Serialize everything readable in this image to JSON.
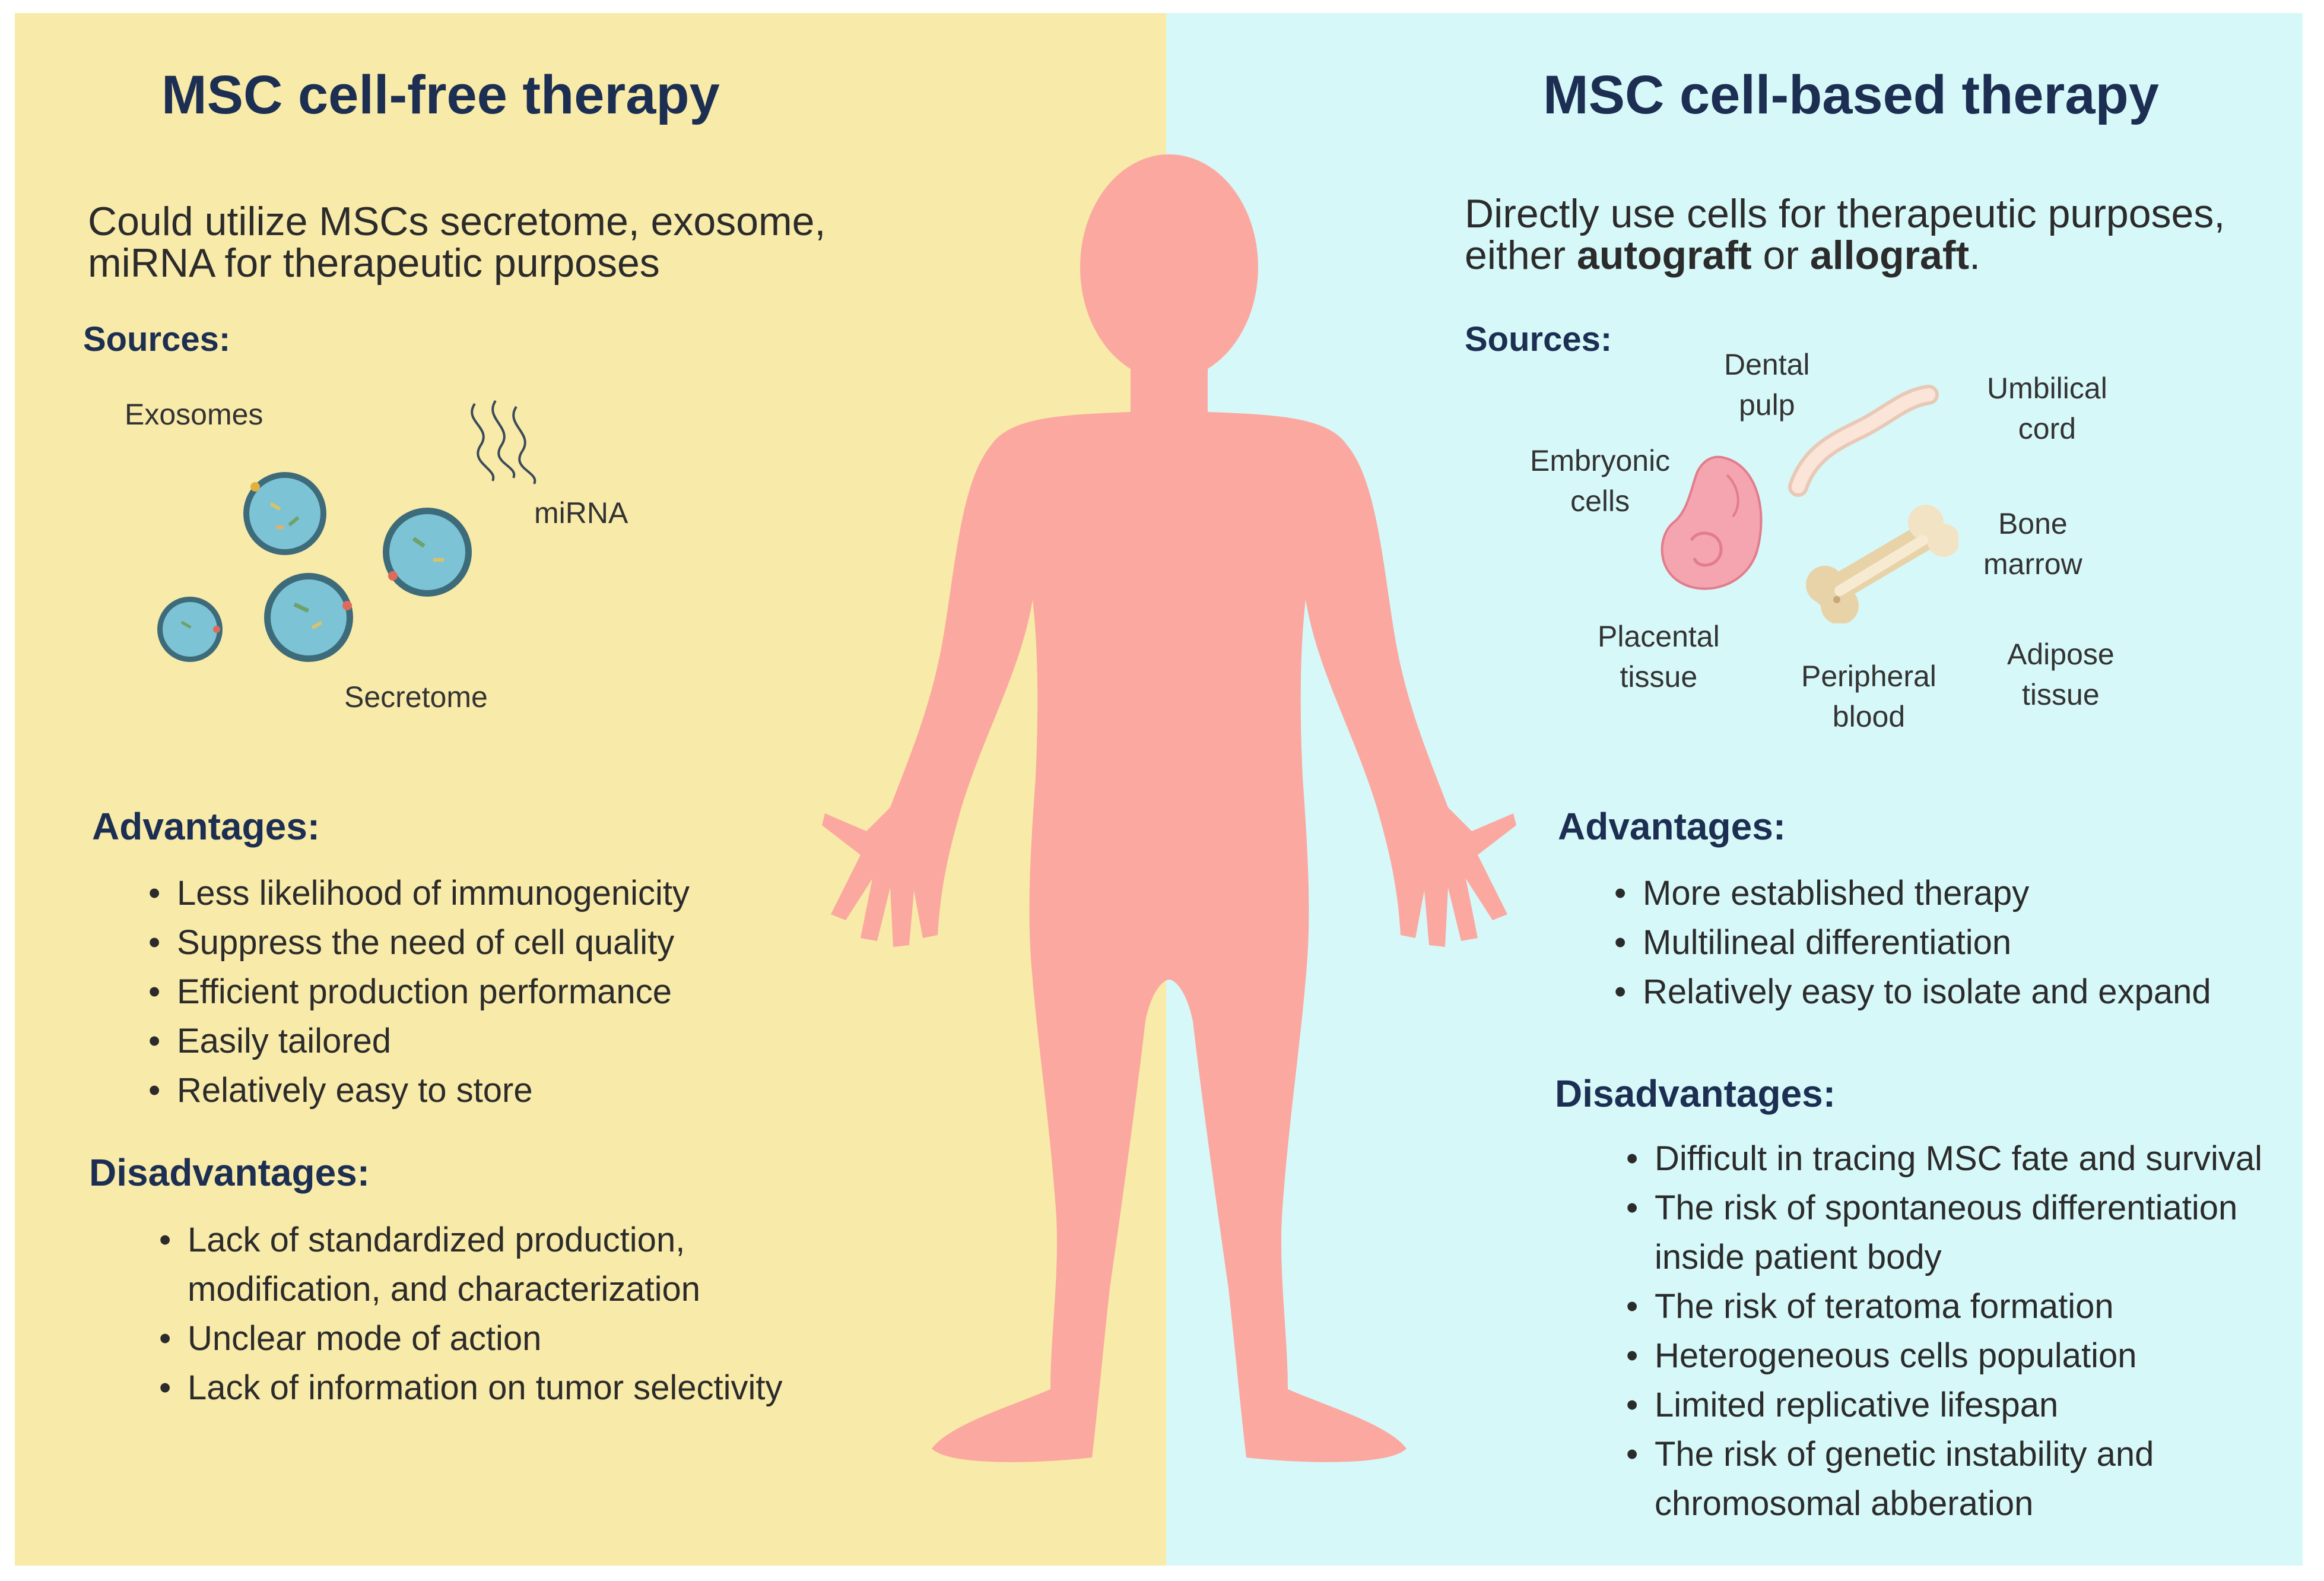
{
  "left": {
    "title": "MSC cell-free therapy",
    "description": "Could utilize MSCs secretome, exosome, miRNA for therapeutic purposes",
    "sources_label": "Sources:",
    "source_labels": {
      "exosomes": "Exosomes",
      "mirna": "miRNA",
      "secretome": "Secretome"
    },
    "advantages_label": "Advantages:",
    "advantages": [
      "Less likelihood of immunogenicity",
      "Suppress the need of cell quality",
      "Efficient production performance",
      "Easily tailored",
      "Relatively easy to store"
    ],
    "disadvantages_label": "Disadvantages:",
    "disadvantages": [
      "Lack of standardized production,",
      "modification, and characterization",
      "Unclear mode of action",
      "Lack of information on tumor selectivity"
    ]
  },
  "right": {
    "title": "MSC cell-based therapy",
    "description_line1": "Directly use cells for therapeutic purposes,",
    "description_prefix": "either ",
    "autograft": "autograft",
    "description_or": " or ",
    "allograft": "allograft",
    "description_end": ".",
    "sources_label": "Sources:",
    "source_labels": {
      "dental_pulp_1": "Dental",
      "dental_pulp_2": "pulp",
      "umbilical_1": "Umbilical",
      "umbilical_2": "cord",
      "embryonic_1": "Embryonic",
      "embryonic_2": "cells",
      "bone_1": "Bone",
      "bone_2": "marrow",
      "placental_1": "Placental",
      "placental_2": "tissue",
      "peripheral_1": "Peripheral",
      "peripheral_2": "blood",
      "adipose_1": "Adipose",
      "adipose_2": "tissue"
    },
    "advantages_label": "Advantages:",
    "advantages": [
      "More established therapy",
      "Multilineal differentiation",
      "Relatively easy to isolate and expand"
    ],
    "disadvantages_label": "Disadvantages:",
    "disadvantages": [
      "Difficult in tracing MSC fate and survival",
      "The risk of spontaneous differentiation",
      "inside patient body",
      "The risk of teratoma formation",
      "Heterogeneous cells population",
      "Limited replicative lifespan",
      "The risk of genetic instability and",
      "chromosomal abberation"
    ]
  },
  "colors": {
    "left_bg": "#f8eaa8",
    "right_bg": "#d7f8f9",
    "body": "#fba8a0",
    "heading": "#1c2f52"
  }
}
